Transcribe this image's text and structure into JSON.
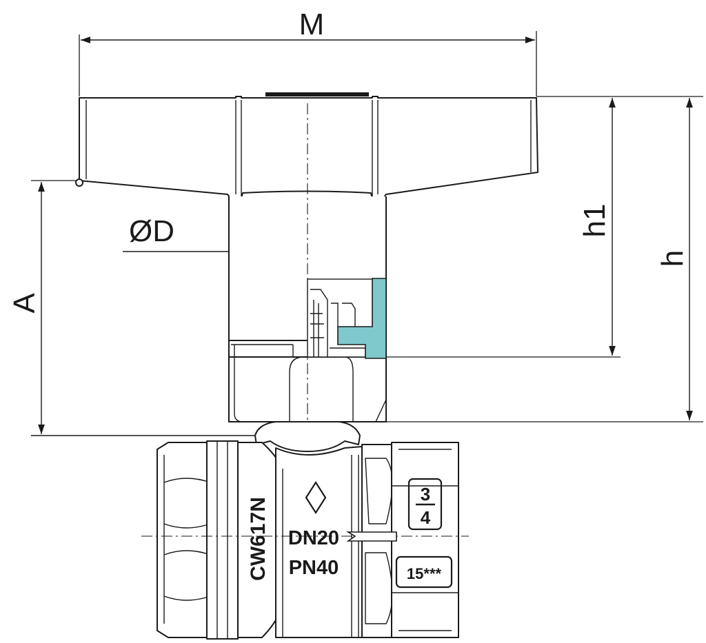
{
  "dimensions": {
    "M": "M",
    "h1": "h1",
    "h": "h",
    "A": "A",
    "D": "ØD"
  },
  "body_markings": {
    "material": "CW617N",
    "nominal_diameter": "DN20",
    "nominal_pressure": "PN40",
    "size_numerator": "3",
    "size_denominator": "4",
    "code": "15***"
  },
  "colors": {
    "line": "#1a1a1a",
    "stem_accent": "#7fc8cc"
  }
}
